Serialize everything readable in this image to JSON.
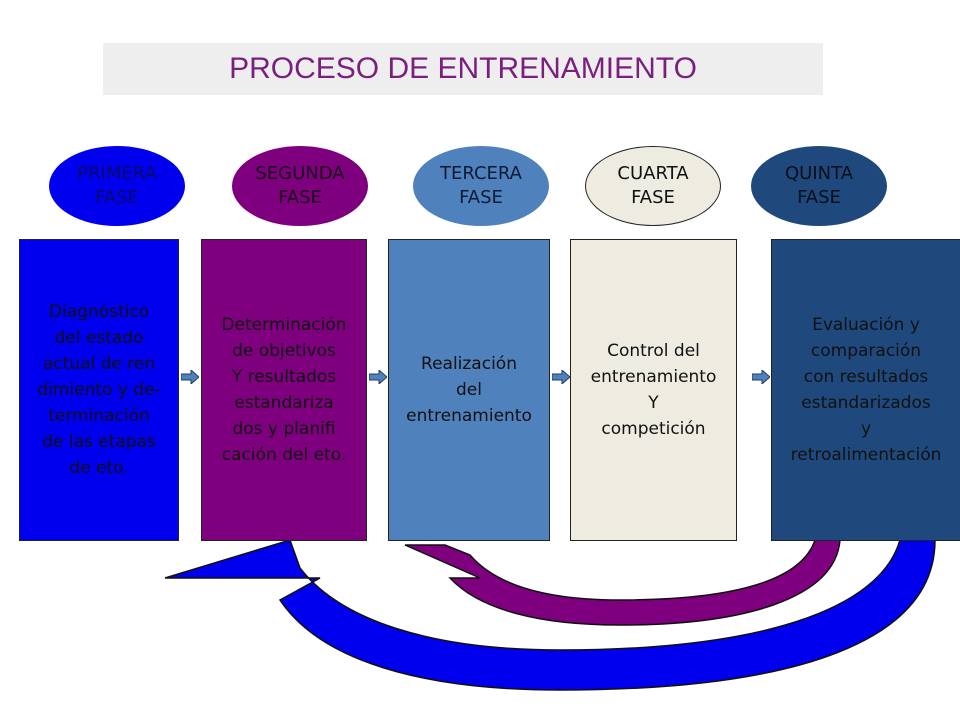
{
  "title": "PROCESO DE ENTRENAMIENTO",
  "phases": [
    {
      "label": "PRIMERA\nFASE",
      "color": "#0000ee",
      "text_color": "#0a0a6a"
    },
    {
      "label": "SEGUNDA\nFASE",
      "color": "#7e007e",
      "text_color": "#1a001a"
    },
    {
      "label": "TERCERA\nFASE",
      "color": "#4f81bd",
      "text_color": "#0d1a33"
    },
    {
      "label": "CUARTA\nFASE",
      "color": "#eeece1",
      "text_color": "#111111"
    },
    {
      "label": "QUINTA\nFASE",
      "color": "#1f497d",
      "text_color": "#0a0f1a"
    }
  ],
  "steps": [
    {
      "text": "Diagnóstico\ndel estado\n actual de ren\ndimiento y de-\nterminación\nde las etapas\nde eto.",
      "color": "#0000ee"
    },
    {
      "text": "Determinación\nde objetivos\nY resultados\nestandariza\ndos y planifi\ncación del eto.",
      "color": "#7e007e"
    },
    {
      "text": "Realización\ndel\nentrenamiento",
      "color": "#4f81bd"
    },
    {
      "text": "Control del\nentrenamiento\nY\ncompetición",
      "color": "#eeece1"
    },
    {
      "text": "Evaluación y\ncomparación\ncon resultados\nestandarizados\ny\nretroalimentación",
      "color": "#1f497d"
    }
  ],
  "feedback_arrows": {
    "outer_color": "#0000ee",
    "inner_color": "#7e007e"
  }
}
